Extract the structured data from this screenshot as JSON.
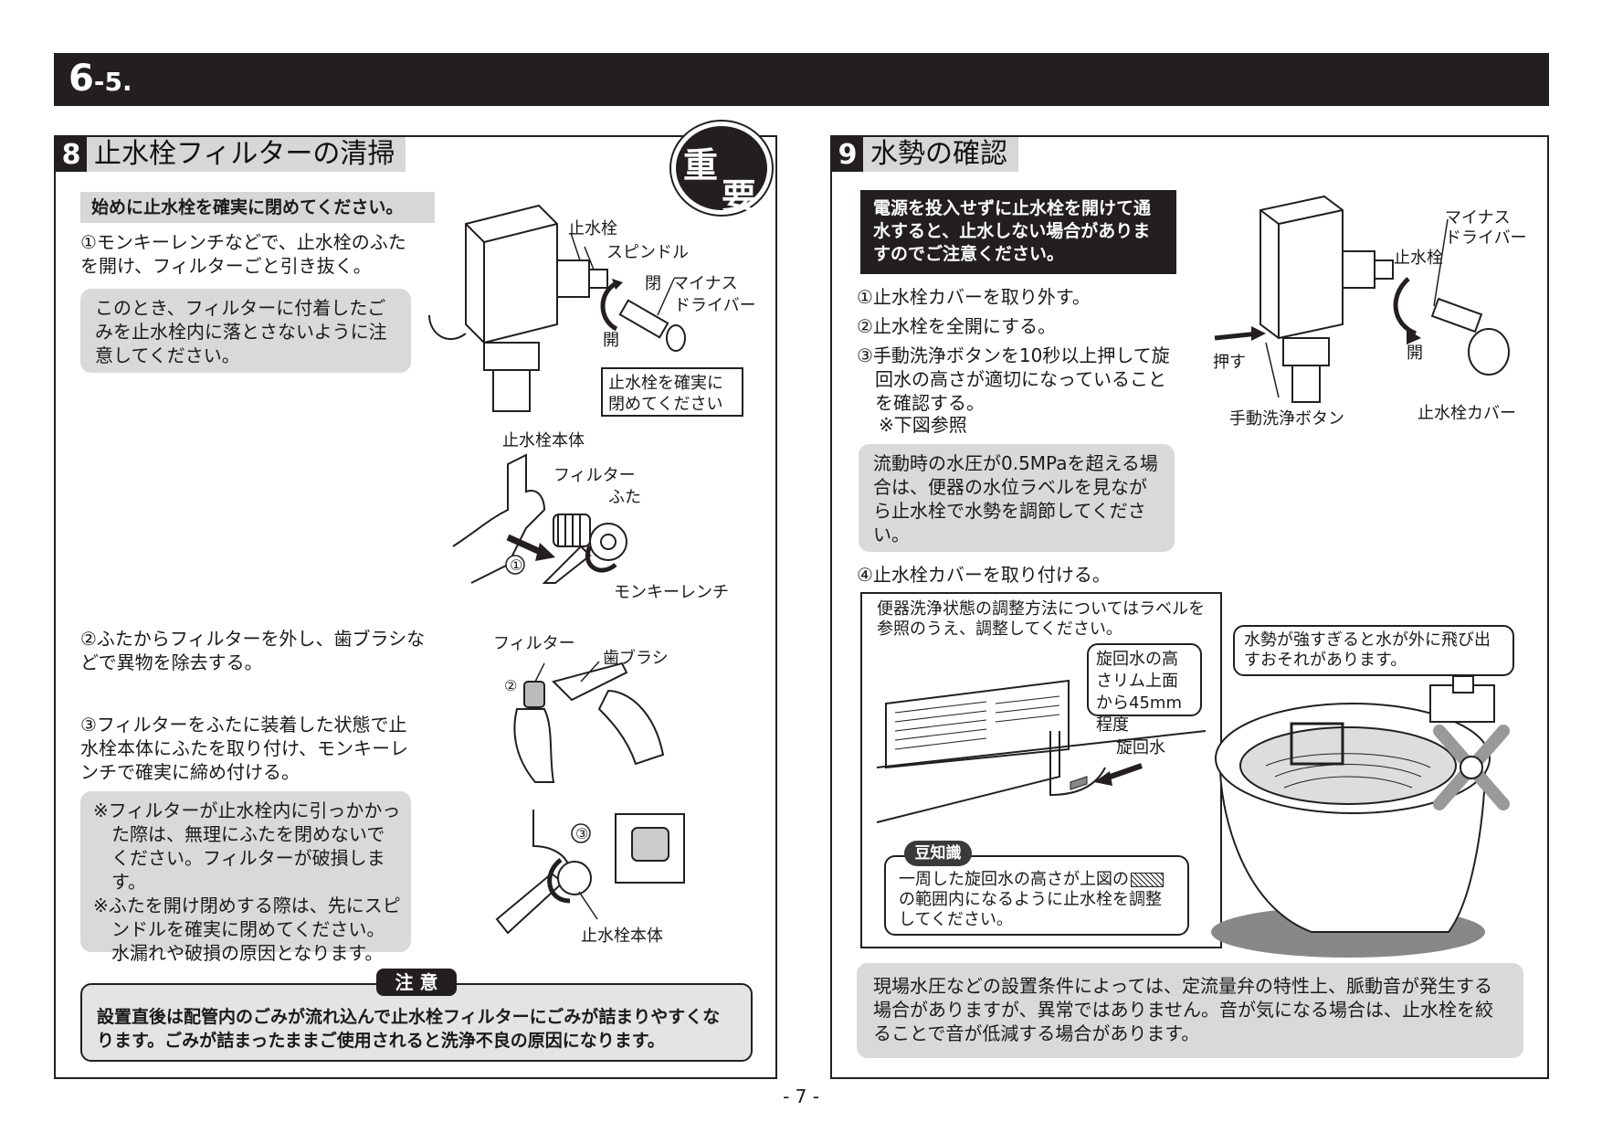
{
  "header": {
    "section_number": "6",
    "section_suffix": "-5."
  },
  "left": {
    "section_num": "8",
    "section_title": "止水栓フィルターの清掃",
    "badge_top": "重",
    "badge_bottom": "要",
    "intro": "始めに止水栓を確実に閉めてください。",
    "step1": "①モンキーレンチなどで、止水栓のふたを開け、フィルターごと引き抜く。",
    "note1": "このとき、フィルターに付着したごみを止水栓内に落とさないように注意してください。",
    "fig1": {
      "label_valve": "止水栓",
      "label_spindle": "スピンドル",
      "label_close": "閉",
      "label_open": "開",
      "label_driver_1": "マイナス",
      "label_driver_2": "ドライバー",
      "callout": "止水栓を確実に閉めてください"
    },
    "fig2": {
      "label_body": "止水栓本体",
      "label_filter": "フィルター",
      "label_lid": "ふた",
      "label_step": "①",
      "label_wrench": "モンキーレンチ"
    },
    "step2": "②ふたからフィルターを外し、歯ブラシなどで異物を除去する。",
    "fig3": {
      "label_filter": "フィルター",
      "label_brush": "歯ブラシ",
      "label_step": "②"
    },
    "step3": "③フィルターをふたに装着した状態で止水栓本体にふたを取り付け、モンキーレンチで確実に締め付ける。",
    "notes2": [
      "※フィルターが止水栓内に引っかかった際は、無理にふたを閉めないでください。フィルターが破損します。",
      "※ふたを開け閉めする際は、先にスピンドルを確実に閉めてください。水漏れや破損の原因となります。"
    ],
    "fig4": {
      "label_step": "③",
      "label_body": "止水栓本体"
    },
    "caution_title": "注 意",
    "caution_text": "設置直後は配管内のごみが流れ込んで止水栓フィルターにごみが詰まりやすくなります。ごみが詰まったままご使用されると洗浄不良の原因になります。"
  },
  "right": {
    "section_num": "9",
    "section_title": "水勢の確認",
    "warning": "電源を投入せずに止水栓を開けて通水すると、止水しない場合がありますのでご注意ください。",
    "step1": "①止水栓カバーを取り外す。",
    "step2": "②止水栓を全開にする。",
    "step3": "③手動洗浄ボタンを10秒以上押して旋回水の高さが適切になっていることを確認する。",
    "step3_note": "※下図参照",
    "fig1": {
      "label_driver_1": "マイナス",
      "label_driver_2": "ドライバー",
      "label_valve": "止水栓",
      "label_push": "押す",
      "label_open": "開",
      "label_button": "手動洗浄ボタン",
      "label_cover": "止水栓カバー"
    },
    "note_pressure": "流動時の水圧が0.5MPaを超える場合は、便器の水位ラベルを見ながら止水栓で水勢を調節してください。",
    "step4": "④止水栓カバーを取り付ける。",
    "fig2": {
      "instruction": "便器洗浄状態の調整方法についてはラベルを参照のうえ、調整してください。",
      "callout_height": "旋回水の高さリム上面から45mm程度",
      "label_swirl": "旋回水",
      "tip_title": "豆知識",
      "tip_text_1": "一周した旋回水の高さが上図の",
      "tip_text_2": "の範囲内になるように止水栓を調整してください。",
      "warn_splash": "水勢が強すぎると水が外に飛び出すおそれがあります。"
    },
    "bottom_note": "現場水圧などの設置条件によっては、定流量弁の特性上、脈動音が発生する場合がありますが、異常ではありません。音が気になる場合は、止水栓を絞ることで音が低減する場合があります。"
  },
  "page_number": "- 7 -"
}
